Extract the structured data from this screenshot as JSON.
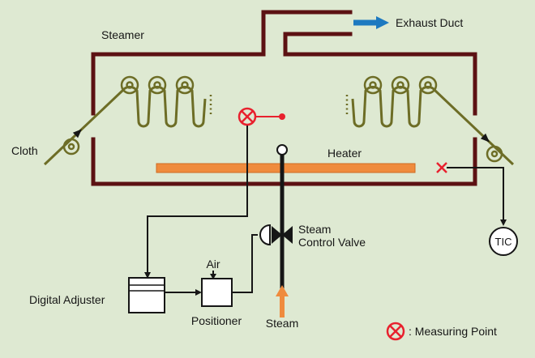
{
  "labels": {
    "steamer": "Steamer",
    "exhaust_duct": "Exhaust Duct",
    "cloth": "Cloth",
    "heater": "Heater",
    "steam_control_valve_line1": "Steam",
    "steam_control_valve_line2": "Control Valve",
    "air": "Air",
    "steam_supply": "Steam",
    "positioner": "Positioner",
    "digital_adjuster": "Digital Adjuster",
    "tic": "TIC",
    "legend_measuring_point": ": Measuring Point"
  },
  "colors": {
    "background": "#dee9d2",
    "steamer_wall": "#5c1113",
    "cloth": "#6d6d26",
    "heater": "#ef8b3d",
    "measuring_point_red": "#e8212e",
    "exhaust_arrow_blue": "#1d79c0",
    "steam_arrow_orange": "#ef8b3d",
    "line_black": "#161616"
  },
  "icons": {
    "measuring_point": "circle-x",
    "exhaust_flow": "arrow-right",
    "steam_flow": "arrow-up",
    "cloth_flow": "arrow-diagonal"
  }
}
